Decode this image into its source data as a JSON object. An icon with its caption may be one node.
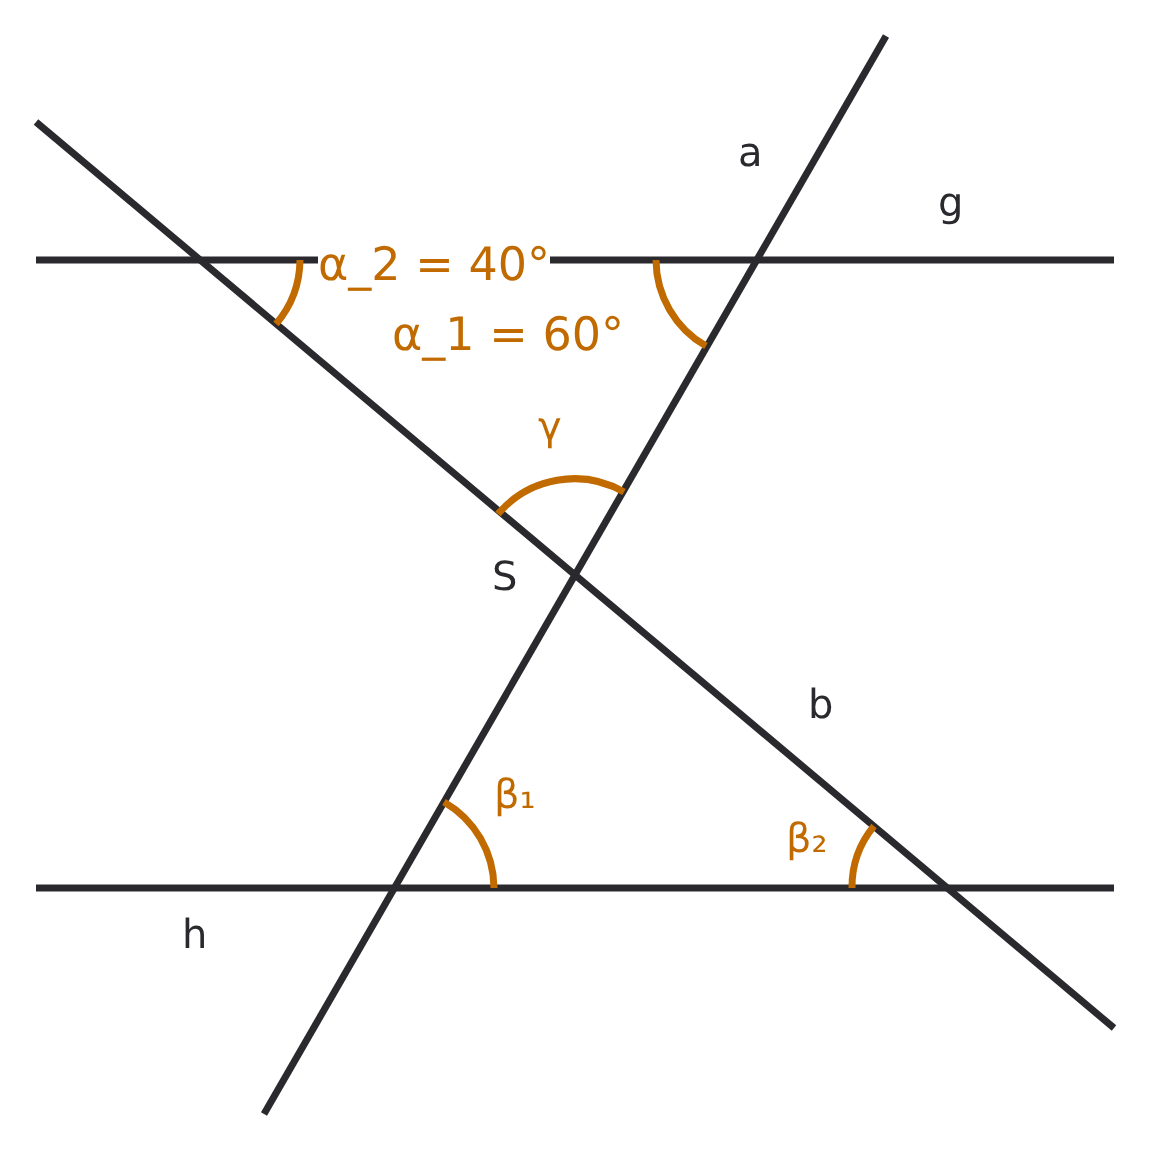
{
  "diagram": {
    "labels": [
      "a",
      "g",
      "α_2 = 40°",
      "α_1 = 60°",
      "γ",
      "S",
      "b",
      "β₁",
      "β₂",
      "h"
    ]
  }
}
